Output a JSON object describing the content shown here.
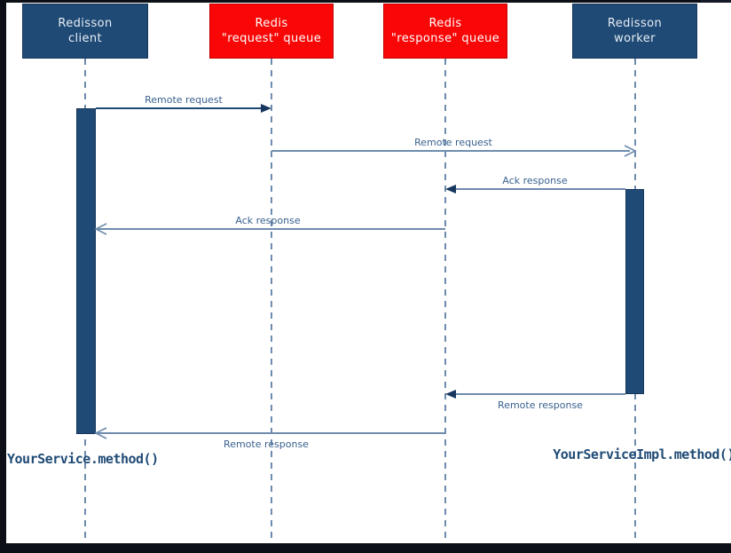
{
  "participants": [
    {
      "id": "redisson-client",
      "line1": "Redisson",
      "line2": "client"
    },
    {
      "id": "request-queue",
      "line1": "Redis",
      "line2": "\"request\" queue"
    },
    {
      "id": "response-queue",
      "line1": "Redis",
      "line2": "\"response\" queue"
    },
    {
      "id": "redisson-worker",
      "line1": "Redisson",
      "line2": "worker"
    }
  ],
  "messages": [
    {
      "label": "Remote request",
      "from": "redisson-client",
      "to": "request-queue",
      "arrowhead": "filled"
    },
    {
      "label": "Remote request",
      "from": "request-queue",
      "to": "redisson-worker",
      "arrowhead": "open"
    },
    {
      "label": "Ack response",
      "from": "redisson-worker",
      "to": "response-queue",
      "arrowhead": "filled"
    },
    {
      "label": "Ack response",
      "from": "response-queue",
      "to": "redisson-client",
      "arrowhead": "open"
    },
    {
      "label": "Remote response",
      "from": "redisson-worker",
      "to": "response-queue",
      "arrowhead": "filled"
    },
    {
      "label": "Remote response",
      "from": "response-queue",
      "to": "redisson-client",
      "arrowhead": "open"
    }
  ],
  "annotations": {
    "left": "YourService.method()",
    "right": "YourServiceImpl.method()"
  },
  "colors": {
    "component_fill": "#1f4a75",
    "queue_fill": "#f90606",
    "arrow_dark": "#17375e",
    "arrow_light": "#6e8cad",
    "label_text": "#39618f",
    "box_text": "#e8eef5",
    "frame_background": "#0c0f16",
    "canvas_background": "#ffffff"
  }
}
